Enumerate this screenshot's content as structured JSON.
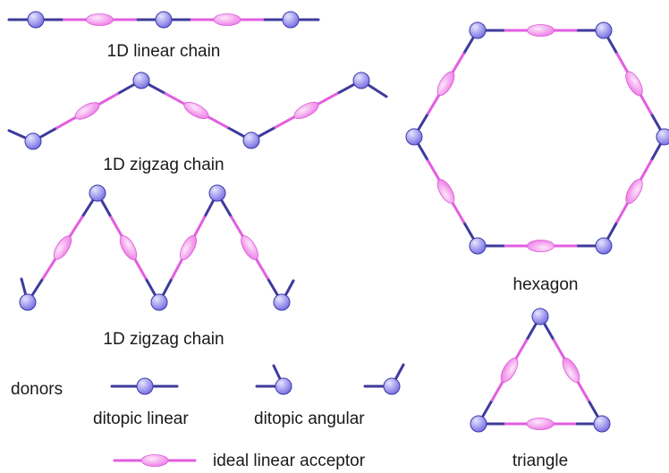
{
  "labels": {
    "linear_chain": "1D linear chain",
    "zigzag_chain_1": "1D zigzag chain",
    "zigzag_chain_2": "1D zigzag chain",
    "hexagon": "hexagon",
    "triangle": "triangle"
  },
  "legend": {
    "donors": "donors",
    "ditopic_linear": "ditopic linear",
    "ditopic_angular": "ditopic angular",
    "acceptor": "ideal linear acceptor"
  },
  "colors": {
    "donor_ball": "#7b73e3",
    "donor_highlight": "#e6e4ff",
    "donor_stroke": "#3b3aa8",
    "donor_bond": "#3e3a9c",
    "acceptor_ellipse": "#ee7ae6",
    "acceptor_highlight": "#fde8fb",
    "acceptor_bond": "#e35ee0"
  }
}
